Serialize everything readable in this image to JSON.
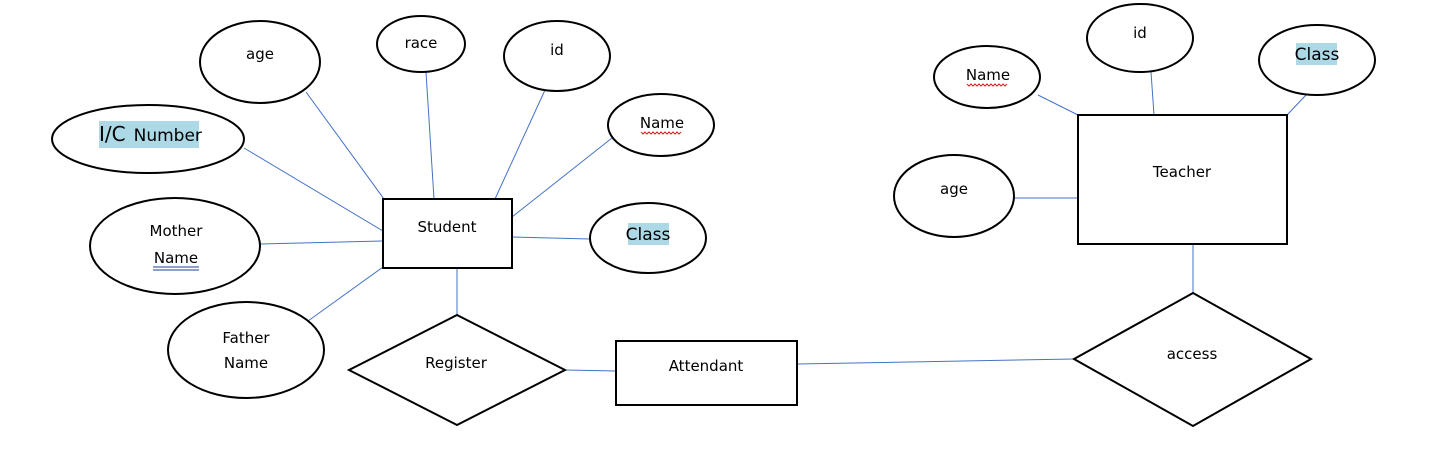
{
  "entities": {
    "student": "Student",
    "teacher": "Teacher",
    "attendant": "Attendant"
  },
  "relationships": {
    "register": "Register",
    "access": "access"
  },
  "student_attributes": {
    "age": "age",
    "race": "race",
    "id": "id",
    "name": "Name",
    "class": "Class",
    "ic_number_prefix": "I/C",
    "ic_number_suffix": "Number",
    "mother_line1": "Mother",
    "mother_line2": "Name",
    "father_line1": "Father",
    "father_line2": "Name"
  },
  "teacher_attributes": {
    "name": "Name",
    "id": "id",
    "class": "Class",
    "age": "age"
  },
  "colors": {
    "connector": "#4472c4",
    "highlight": "#add8e6",
    "spellcheck": "#e02020"
  }
}
